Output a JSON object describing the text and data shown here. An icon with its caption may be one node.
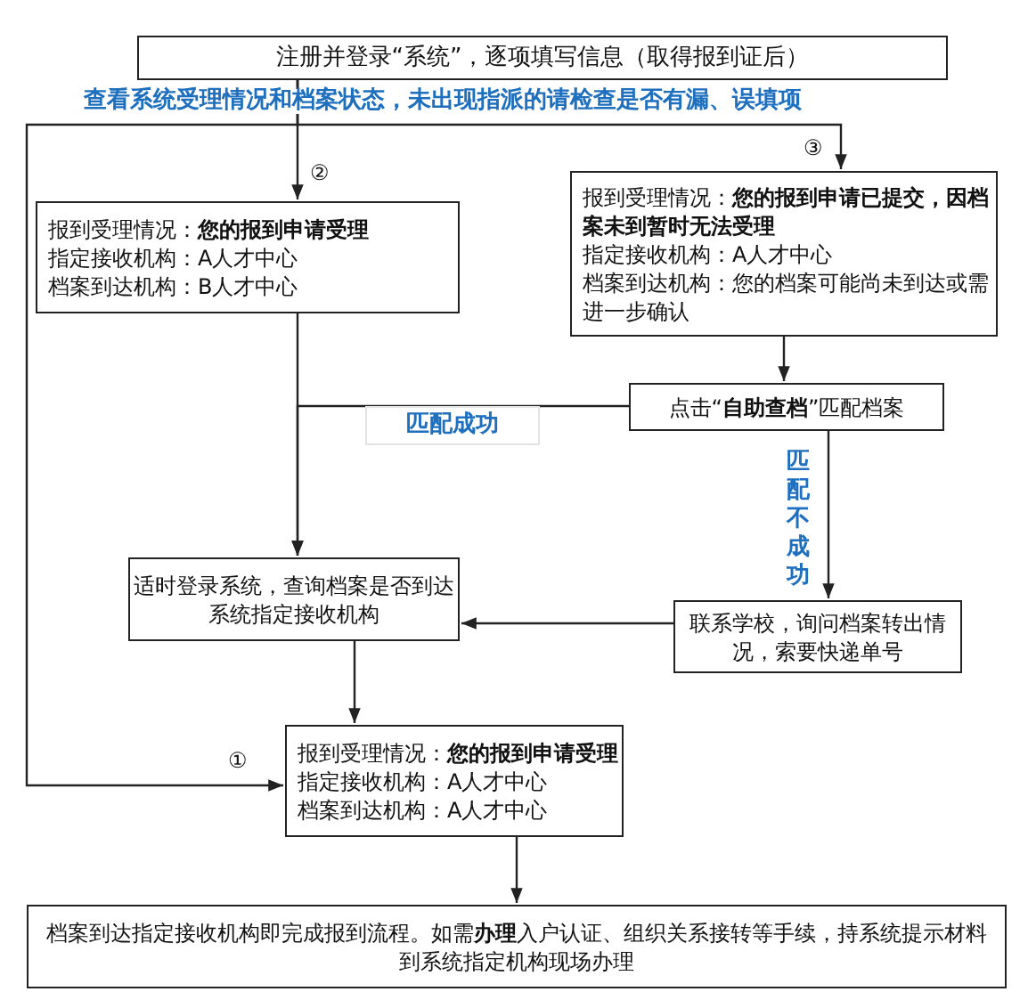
{
  "diagram": {
    "nodes": [
      {
        "text": [
          "注册并登录“系统”，逐项填写信息（取得报到证后）"
        ]
      },
      {
        "text": [
          "报到受理情况：**您的报到申请受理**",
          "指定接收机构：A人才中心",
          "档案到达机构：B人才中心"
        ]
      },
      {
        "text": [
          "报到受理情况：**您的报到申请已提交，因档案未到暂时无法受理**",
          "指定接收机构：A人才中心",
          "档案到达机构：您的档案可能尚未到达或需进一步确认"
        ]
      },
      {
        "text": [
          "点击“**自助查档**”匹配档案"
        ]
      },
      {
        "text": [
          "适时登录系统，查询档案是否到达系统指定接收机构"
        ]
      },
      {
        "text": [
          "联系学校，询问档案转出情况，索要快递单号"
        ]
      },
      {
        "text": [
          "报到受理情况：**您的报到申请受理**",
          "指定接收机构：A人才中心",
          "档案到达机构：A人才中心"
        ]
      },
      {
        "text": [
          "档案到达指定接收机构即完成报到流程。如需**办理**入户认证、组织关系接转等手续，持系统提示材料到系统指定机构现场办理"
        ]
      }
    ],
    "edges": [
      {
        "from": 0,
        "to": 1,
        "arrow": "to",
        "label": "②"
      },
      {
        "from": 0,
        "to": 2,
        "arrow": "to",
        "label": "③"
      },
      {
        "from": 0,
        "to": 6,
        "arrow": "to",
        "label": "①"
      },
      {
        "from": 2,
        "to": 3,
        "arrow": "to"
      },
      {
        "from": 1,
        "to": 4,
        "arrow": "to"
      },
      {
        "from": 3,
        "to": 4,
        "arrow": "to",
        "label": "匹配成功"
      },
      {
        "from": 3,
        "to": 5,
        "arrow": "to",
        "label": "匹配不成功"
      },
      {
        "from": 5,
        "to": 4,
        "arrow": "to"
      },
      {
        "from": 4,
        "to": 6,
        "arrow": "to"
      },
      {
        "from": 6,
        "to": 7,
        "arrow": "to"
      }
    ],
    "labels": [
      "查看系统受理情况和档案状态，未出现指派的请检查是否有漏、误填项"
    ]
  }
}
